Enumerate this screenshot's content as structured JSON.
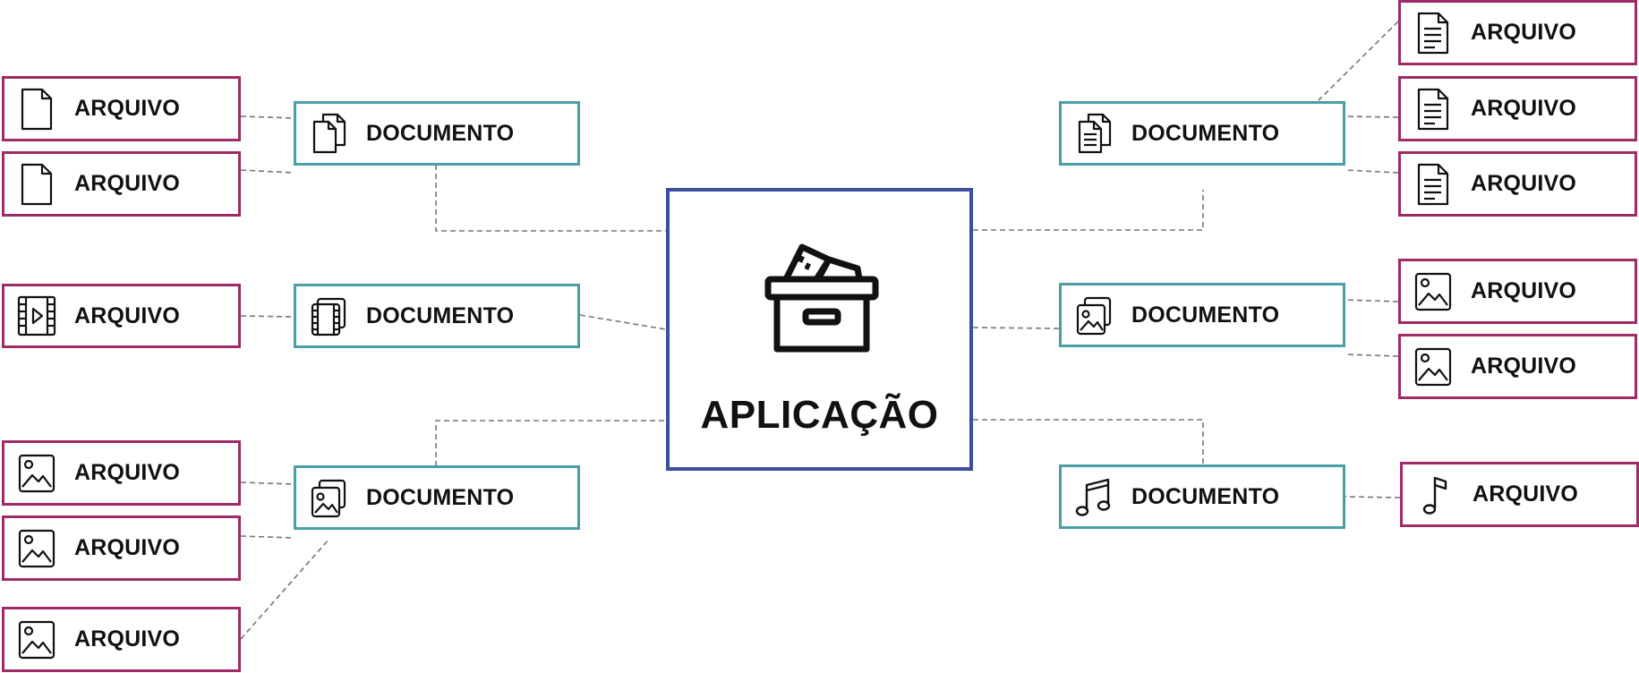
{
  "center": {
    "label": "APLICAÇÃO",
    "icon": "archive-box-icon",
    "border_color": "#3b4ea0"
  },
  "colors": {
    "file_border": "#9e2a66",
    "document_border": "#4a9ea6",
    "connector": "#777777"
  },
  "documents": [
    {
      "id": "doc-files",
      "label": "DOCUMENTO",
      "icon": "files-copy-icon"
    },
    {
      "id": "doc-video",
      "label": "DOCUMENTO",
      "icon": "film-stack-icon"
    },
    {
      "id": "doc-images-left",
      "label": "DOCUMENTO",
      "icon": "images-stack-icon"
    },
    {
      "id": "doc-text",
      "label": "DOCUMENTO",
      "icon": "text-documents-icon"
    },
    {
      "id": "doc-images-right",
      "label": "DOCUMENTO",
      "icon": "images-stack-icon"
    },
    {
      "id": "doc-music",
      "label": "DOCUMENTO",
      "icon": "music-notes-icon"
    }
  ],
  "files": [
    {
      "id": "f1",
      "label": "ARQUIVO",
      "icon": "blank-file-icon",
      "parent": "doc-files"
    },
    {
      "id": "f2",
      "label": "ARQUIVO",
      "icon": "blank-file-icon",
      "parent": "doc-files"
    },
    {
      "id": "f3",
      "label": "ARQUIVO",
      "icon": "video-file-icon",
      "parent": "doc-video"
    },
    {
      "id": "f4",
      "label": "ARQUIVO",
      "icon": "image-file-icon",
      "parent": "doc-images-left"
    },
    {
      "id": "f5",
      "label": "ARQUIVO",
      "icon": "image-file-icon",
      "parent": "doc-images-left"
    },
    {
      "id": "f6",
      "label": "ARQUIVO",
      "icon": "image-file-icon",
      "parent": "doc-images-left"
    },
    {
      "id": "f7",
      "label": "ARQUIVO",
      "icon": "text-file-icon",
      "parent": "doc-text"
    },
    {
      "id": "f8",
      "label": "ARQUIVO",
      "icon": "text-file-icon",
      "parent": "doc-text"
    },
    {
      "id": "f9",
      "label": "ARQUIVO",
      "icon": "text-file-icon",
      "parent": "doc-text"
    },
    {
      "id": "f10",
      "label": "ARQUIVO",
      "icon": "image-file-icon",
      "parent": "doc-images-right"
    },
    {
      "id": "f11",
      "label": "ARQUIVO",
      "icon": "image-file-icon",
      "parent": "doc-images-right"
    },
    {
      "id": "f12",
      "label": "ARQUIVO",
      "icon": "music-note-icon",
      "parent": "doc-music"
    }
  ]
}
